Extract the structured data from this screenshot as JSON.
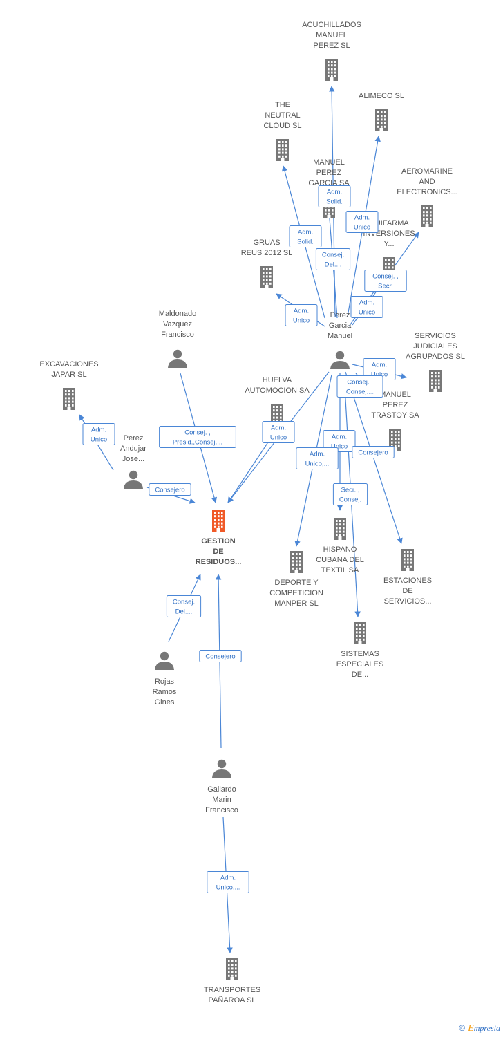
{
  "colors": {
    "edge": "#4a86d6",
    "node": "#777777",
    "focus": "#f05a28",
    "label": "#555555"
  },
  "nodes": {
    "gestion": {
      "type": "company",
      "focus": true,
      "lines": [
        "GESTION",
        "DE",
        "RESIDUOS..."
      ]
    },
    "acuchillados": {
      "type": "company",
      "lines": [
        "ACUCHILLADOS",
        "MANUEL",
        "PEREZ SL"
      ]
    },
    "alimeco": {
      "type": "company",
      "lines": [
        "ALIMECO SL"
      ]
    },
    "neutral": {
      "type": "company",
      "lines": [
        "THE",
        "NEUTRAL",
        "CLOUD  SL"
      ]
    },
    "mpgarcia": {
      "type": "company",
      "lines": [
        "MANUEL",
        "PEREZ",
        "GARCIA SA"
      ]
    },
    "aeromarine": {
      "type": "company",
      "lines": [
        "AEROMARINE",
        "AND",
        "ELECTRONICS..."
      ]
    },
    "quifarma": {
      "type": "company",
      "lines": [
        "QUIFARMA",
        "INVERSIONES",
        "Y..."
      ]
    },
    "gruas": {
      "type": "company",
      "lines": [
        "GRUAS",
        "REUS 2012 SL"
      ]
    },
    "servicios": {
      "type": "company",
      "lines": [
        "SERVICIOS",
        "JUDICIALES",
        "AGRUPADOS SL"
      ]
    },
    "excavaciones": {
      "type": "company",
      "lines": [
        "EXCAVACIONES",
        "JAPAR SL"
      ]
    },
    "huelva": {
      "type": "company",
      "lines": [
        "HUELVA",
        "AUTOMOCION SA"
      ]
    },
    "mptrastoy": {
      "type": "company",
      "lines": [
        "MANUEL",
        "PEREZ",
        "TRASTOY SA"
      ]
    },
    "hispano": {
      "type": "company",
      "lines": [
        "HISPANO",
        "CUBANA DEL",
        "TEXTIL SA"
      ]
    },
    "deporte": {
      "type": "company",
      "lines": [
        "DEPORTE Y",
        "COMPETICION",
        "MANPER SL"
      ]
    },
    "estaciones": {
      "type": "company",
      "lines": [
        "ESTACIONES",
        "DE",
        "SERVICIOS..."
      ]
    },
    "sistemas": {
      "type": "company",
      "lines": [
        "SISTEMAS",
        "ESPECIALES",
        "DE..."
      ]
    },
    "transportes": {
      "type": "company",
      "lines": [
        "TRANSPORTES",
        "PAÑAROA SL"
      ]
    },
    "pgmanuel": {
      "type": "person",
      "lines": [
        "Perez",
        "Garcia",
        "Manuel"
      ]
    },
    "maldonado": {
      "type": "person",
      "lines": [
        "Maldonado",
        "Vazquez",
        "Francisco"
      ]
    },
    "pajose": {
      "type": "person",
      "lines": [
        "Perez",
        "Andujar",
        "Jose..."
      ]
    },
    "rojas": {
      "type": "person",
      "lines": [
        "Rojas",
        "Ramos",
        "Gines"
      ]
    },
    "gallardo": {
      "type": "person",
      "lines": [
        "Gallardo",
        "Marin",
        "Francisco"
      ]
    }
  },
  "edges": [
    {
      "from": "pgmanuel",
      "to": "acuchillados",
      "lines": [
        "Adm.",
        "Solid."
      ]
    },
    {
      "from": "pgmanuel",
      "to": "alimeco",
      "lines": [
        "Adm.",
        "Unico"
      ]
    },
    {
      "from": "pgmanuel",
      "to": "neutral",
      "lines": [
        "Adm.",
        "Solid."
      ]
    },
    {
      "from": "pgmanuel",
      "to": "mpgarcia",
      "lines": [
        "Consej.",
        "Del...."
      ]
    },
    {
      "from": "pgmanuel",
      "to": "aeromarine",
      "lines": [
        "Consej. ,",
        "Secr."
      ]
    },
    {
      "from": "pgmanuel",
      "to": "quifarma",
      "lines": [
        "Adm.",
        "Unico"
      ]
    },
    {
      "from": "pgmanuel",
      "to": "gruas",
      "lines": [
        "Adm.",
        "Unico"
      ]
    },
    {
      "from": "pgmanuel",
      "to": "servicios",
      "lines": [
        "Adm.",
        "Unico"
      ]
    },
    {
      "from": "pgmanuel",
      "to": "gestion",
      "lines": [
        "Adm.",
        "Unico"
      ]
    },
    {
      "from": "pgmanuel",
      "to": "mptrastoy",
      "lines": [
        "Consej. ,",
        "Consej...."
      ]
    },
    {
      "from": "pgmanuel",
      "to": "hispano",
      "lines": [
        "Adm.",
        "Unico"
      ]
    },
    {
      "from": "pgmanuel",
      "to": "deporte",
      "lines": [
        "Adm.",
        "Unico,..."
      ]
    },
    {
      "from": "pgmanuel",
      "to": "estaciones",
      "lines": [
        "Consejero"
      ]
    },
    {
      "from": "pgmanuel",
      "to": "sistemas",
      "lines": [
        "Secr. ,",
        "Consej."
      ]
    },
    {
      "from": "maldonado",
      "to": "gestion",
      "lines": [
        "Consej. ,",
        "Presid.,Consej...."
      ]
    },
    {
      "from": "pajose",
      "to": "excavaciones",
      "lines": [
        "Adm.",
        "Unico"
      ]
    },
    {
      "from": "pajose",
      "to": "gestion",
      "lines": [
        "Consejero"
      ]
    },
    {
      "from": "huelva",
      "to": "gestion",
      "lines": [
        "Consejero"
      ]
    },
    {
      "from": "rojas",
      "to": "gestion",
      "lines": [
        "Consej.",
        "Del...."
      ]
    },
    {
      "from": "gallardo",
      "to": "gestion",
      "lines": [
        "Consejero"
      ]
    },
    {
      "from": "gallardo",
      "to": "transportes",
      "lines": [
        "Adm.",
        "Unico,..."
      ]
    }
  ],
  "footer": {
    "copyright": "©",
    "brand_first": "E",
    "brand_rest": "mpresia"
  }
}
